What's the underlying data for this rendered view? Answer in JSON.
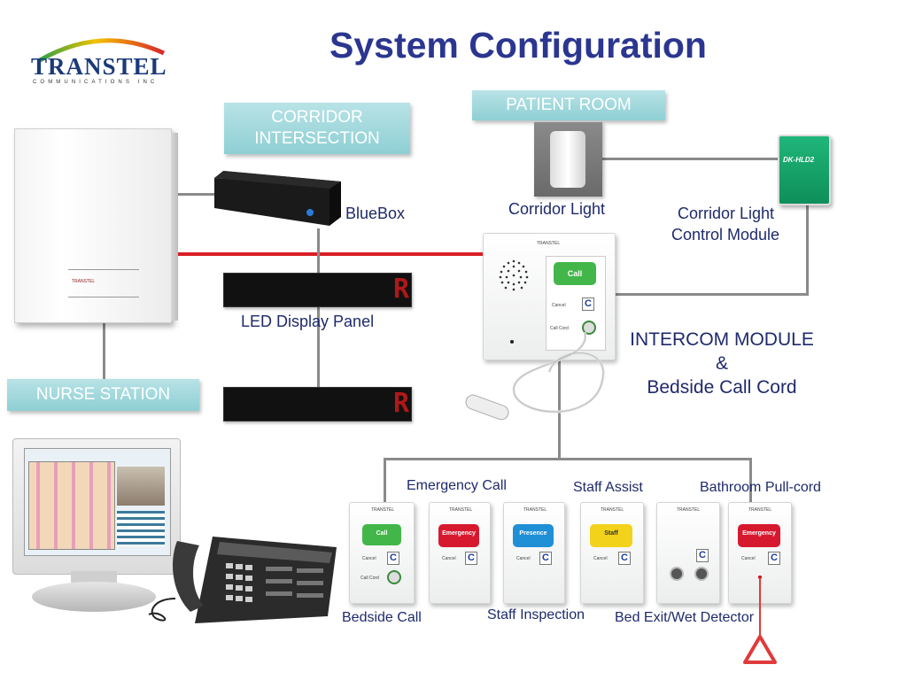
{
  "logo": {
    "name": "TRANSTEL",
    "sub": "COMMUNICATIONS INC"
  },
  "title": "System Configuration",
  "sections": {
    "corridor_intersection": [
      "CORRIDOR",
      "INTERSECTION"
    ],
    "patient_room": "PATIENT ROOM",
    "nurse_station": "NURSE STATION"
  },
  "labels": {
    "bluebox": "BlueBox",
    "corridor_light": "Corridor Light",
    "corridor_light_control": [
      "Corridor Light",
      "Control Module"
    ],
    "led_display_panel": "LED Display Panel",
    "intercom": [
      "INTERCOM MODULE",
      "&",
      "Bedside Call Cord"
    ],
    "emergency_call": "Emergency Call",
    "staff_assist": "Staff Assist",
    "bathroom_pull_cord": "Bathroom Pull-cord",
    "bedside_call": "Bedside Call",
    "staff_inspection": "Staff Inspection",
    "bed_exit": "Bed Exit/Wet Detector"
  },
  "device_text": {
    "led_char": "R",
    "control_module_model": "DK-HLD2",
    "intercom_call": "Call",
    "cancel": "Cancel",
    "call_cord": "Call Cord",
    "cancel_key": "C",
    "buttons": [
      "Call",
      "Emergency",
      "Presence",
      "Staff",
      "",
      "Emergency"
    ]
  },
  "colors": {
    "title": "#2b3690",
    "teal": "#9ed7db",
    "red_line": "#d91f26",
    "gray_line": "#8a8a8a",
    "green_button": "#43b649",
    "red_button": "#d7192f",
    "blue_button": "#1f8fd6",
    "yellow_button": "#f3d21c"
  }
}
